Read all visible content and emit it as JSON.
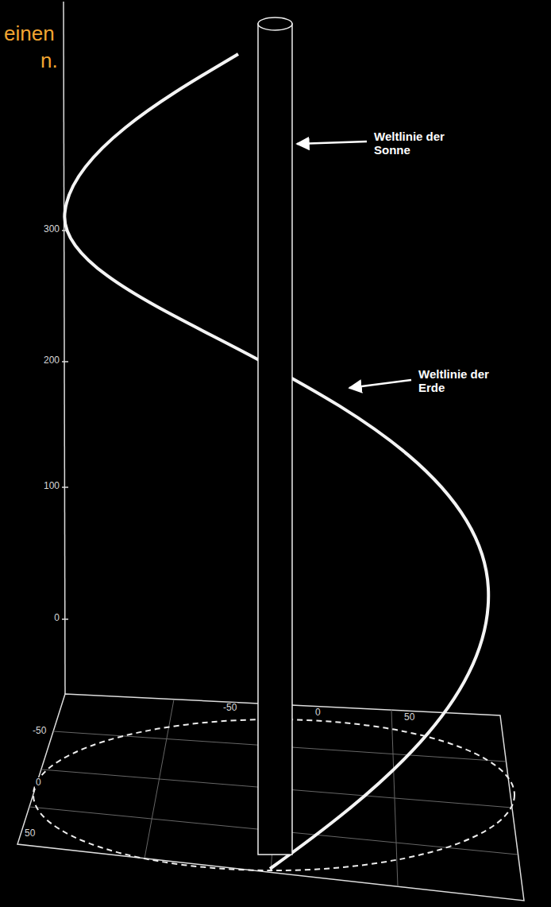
{
  "diagram": {
    "labels": [
      "einen",
      "n.",
      "Weltlinie der Sonne",
      "Weltlinie der Erde",
      "300",
      "200",
      "100",
      "0",
      "-50",
      "0",
      "50",
      "-50",
      "0",
      "50"
    ]
  }
}
